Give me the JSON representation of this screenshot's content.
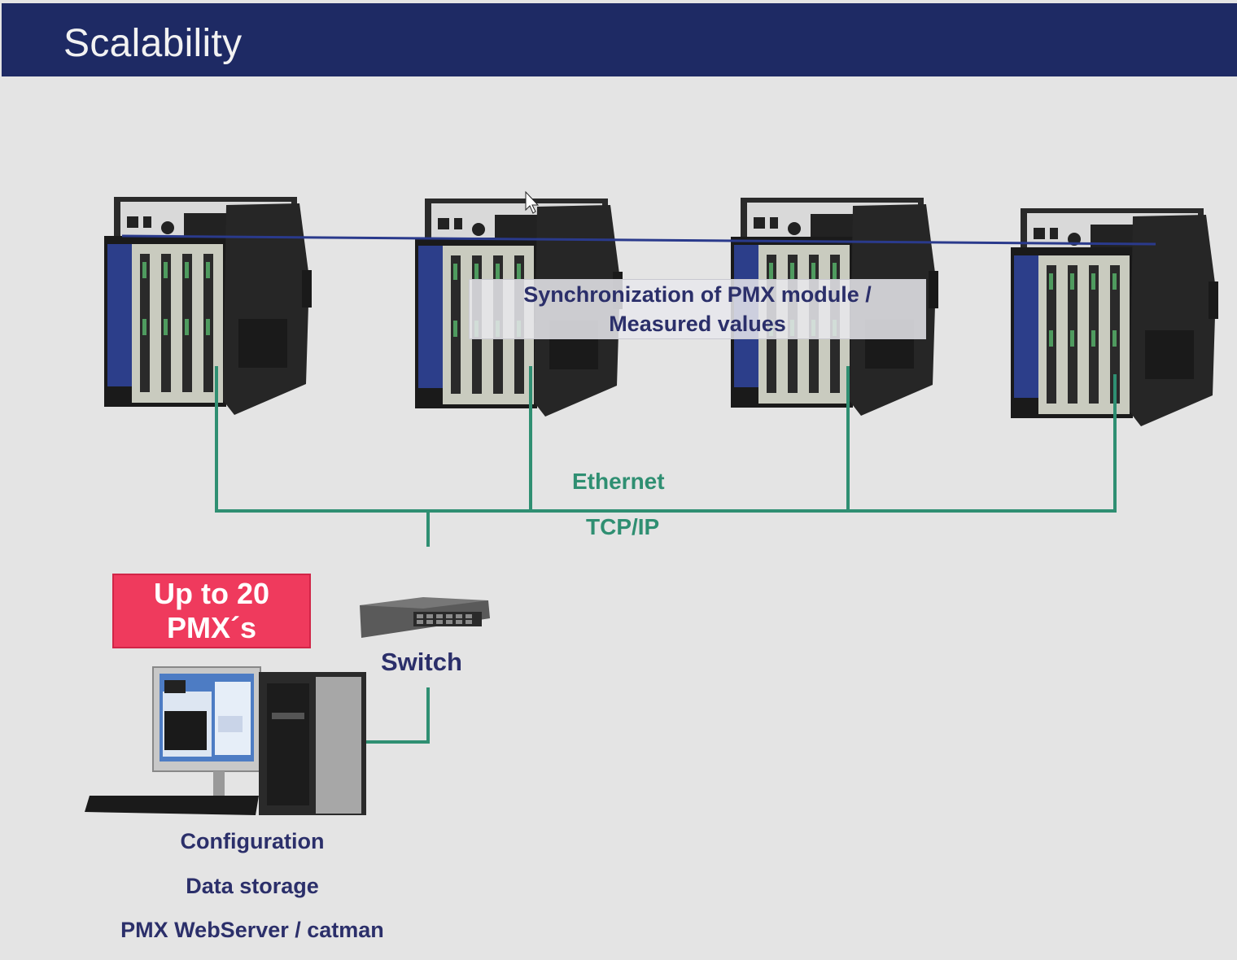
{
  "slide": {
    "title": "Scalability"
  },
  "sync_box": {
    "line1": "Synchronization of PMX module /",
    "line2": "Measured values"
  },
  "network": {
    "ethernet_label": "Ethernet",
    "protocol_label": "TCP/IP"
  },
  "count_badge": {
    "line1": "Up to 20",
    "line2": "PMX´s"
  },
  "switch": {
    "label": "Switch",
    "icon": "network-switch-icon"
  },
  "pc_roles": [
    "Configuration",
    "Data storage",
    "PMX WebServer / catman"
  ],
  "modules": [
    {
      "icon": "pmx-module-icon"
    },
    {
      "icon": "pmx-module-icon"
    },
    {
      "icon": "pmx-module-icon"
    },
    {
      "icon": "pmx-module-icon"
    }
  ],
  "colors": {
    "title_bar": "#1e2a64",
    "sync_line": "#2a3a8c",
    "ethernet_line": "#2f8f72",
    "badge": "#ef3a5d",
    "text": "#2b2f6a"
  }
}
